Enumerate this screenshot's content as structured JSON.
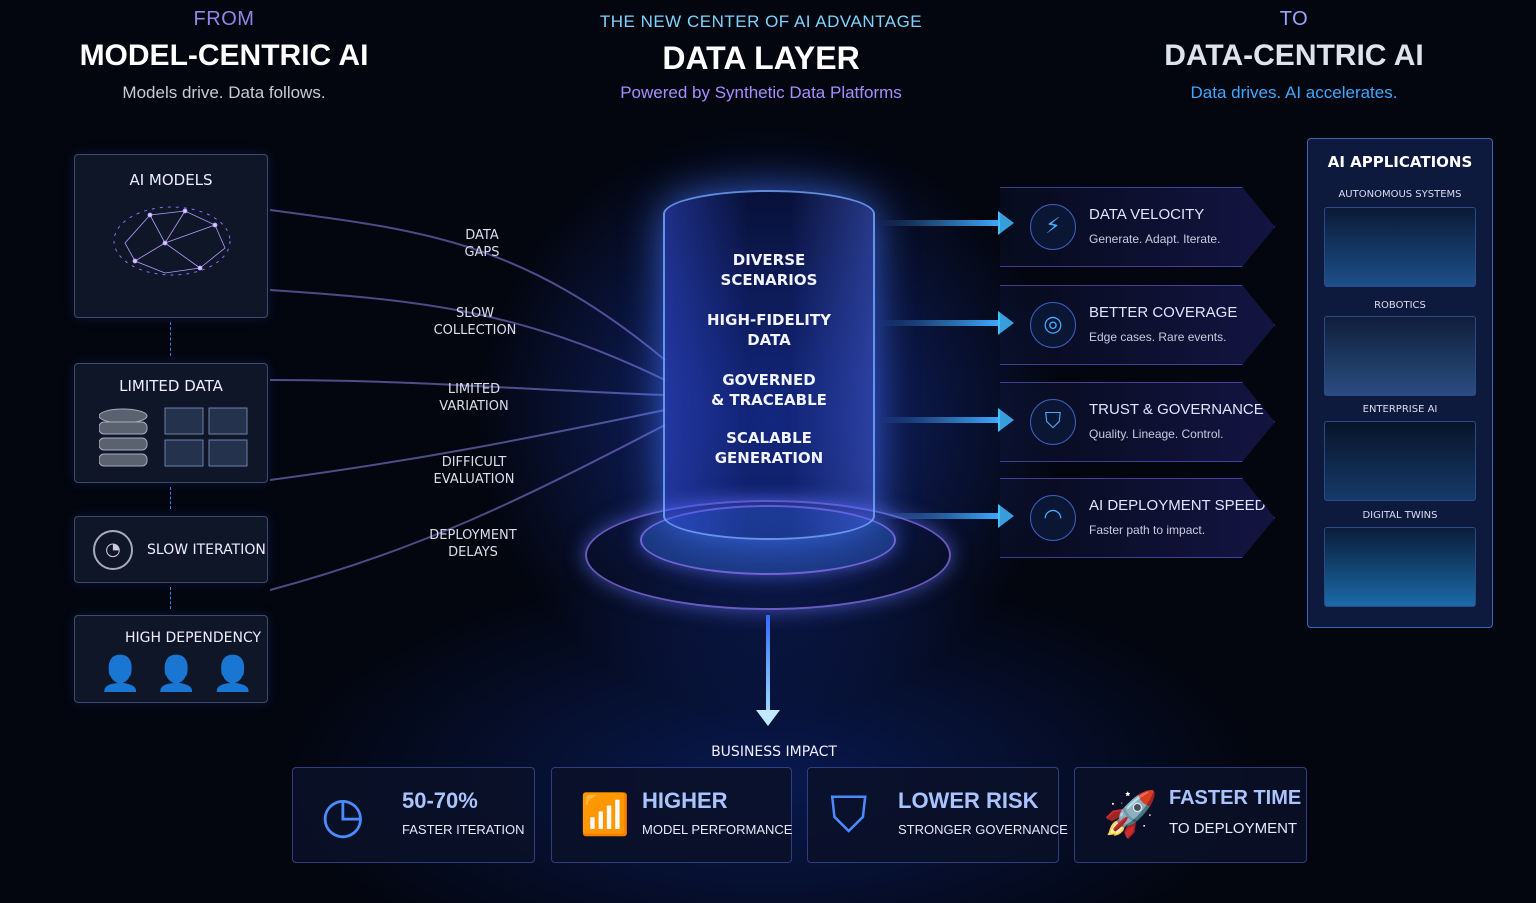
{
  "left_header": {
    "kicker": "FROM",
    "title": "MODEL-CENTRIC AI",
    "subtitle": "Models drive. Data follows."
  },
  "center_header": {
    "kicker": "THE NEW CENTER OF AI ADVANTAGE",
    "title": "DATA LAYER",
    "subtitle": "Powered by Synthetic Data Platforms"
  },
  "right_header": {
    "kicker": "TO",
    "title": "DATA-CENTRIC AI",
    "subtitle": "Data drives. AI accelerates."
  },
  "left_boxes": [
    {
      "label": "AI MODELS",
      "icon": "brain-network-icon"
    },
    {
      "label": "LIMITED DATA",
      "icon": "database-icon"
    },
    {
      "label": "SLOW ITERATION",
      "icon": "clock-icon"
    },
    {
      "label": "HIGH DEPENDENCY",
      "icon": "people-icon"
    }
  ],
  "pain_points": [
    [
      "DATA",
      "GAPS"
    ],
    [
      "SLOW",
      "COLLECTION"
    ],
    [
      "LIMITED",
      "VARIATION"
    ],
    [
      "DIFFICULT",
      "EVALUATION"
    ],
    [
      "DEPLOYMENT",
      "DELAYS"
    ]
  ],
  "data_layer_items": [
    [
      "DIVERSE",
      "SCENARIOS"
    ],
    [
      "HIGH-FIDELITY",
      "DATA"
    ],
    [
      "GOVERNED",
      "& TRACEABLE"
    ],
    [
      "SCALABLE",
      "GENERATION"
    ]
  ],
  "benefits": [
    {
      "title": "DATA VELOCITY",
      "subtitle": "Generate. Adapt. Iterate.",
      "icon": "lightning-icon"
    },
    {
      "title": "BETTER COVERAGE",
      "subtitle": "Edge cases. Rare events.",
      "icon": "target-icon"
    },
    {
      "title": "TRUST & GOVERNANCE",
      "subtitle": "Quality. Lineage. Control.",
      "icon": "shield-icon"
    },
    {
      "title": "AI DEPLOYMENT SPEED",
      "subtitle": "Faster path to impact.",
      "icon": "speedometer-icon"
    }
  ],
  "applications": {
    "title": "AI APPLICATIONS",
    "items": [
      "AUTONOMOUS SYSTEMS",
      "ROBOTICS",
      "ENTERPRISE AI",
      "DIGITAL TWINS"
    ]
  },
  "business_impact": {
    "title": "BUSINESS IMPACT",
    "cards": [
      {
        "title": "50-70%",
        "subtitle": "FASTER ITERATION",
        "icon": "clock-icon"
      },
      {
        "title": "HIGHER",
        "subtitle": "MODEL PERFORMANCE",
        "icon": "bar-chart-icon"
      },
      {
        "title": "LOWER RISK",
        "subtitle": "STRONGER GOVERNANCE",
        "icon": "shield-icon"
      },
      {
        "title": "FASTER TIME",
        "subtitle": "TO DEPLOYMENT",
        "icon": "rocket-icon"
      }
    ]
  }
}
